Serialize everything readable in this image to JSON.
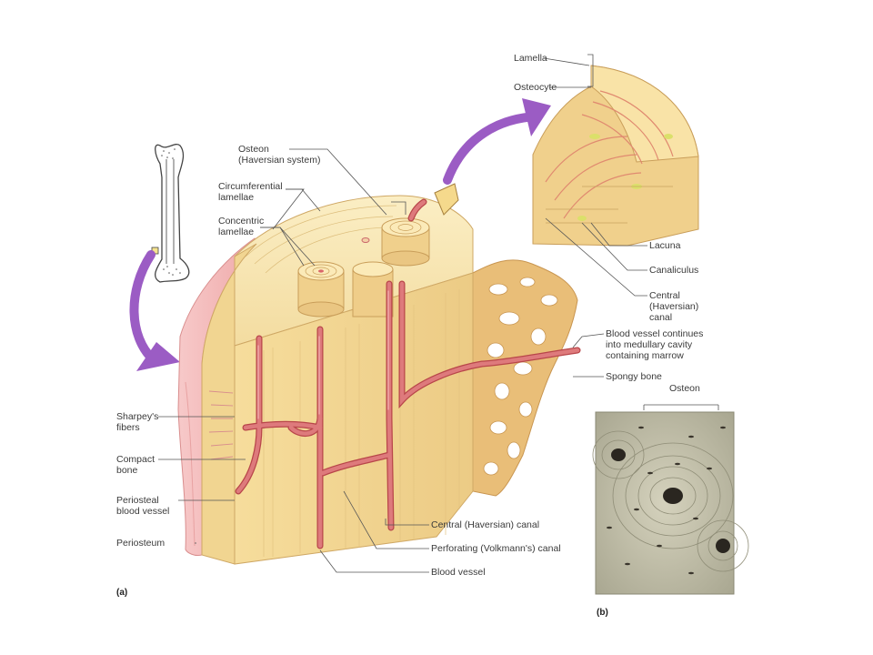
{
  "labels": {
    "osteon_haversian": [
      "Osteon",
      "(Haversian system)"
    ],
    "circumferential": [
      "Circumferential",
      "lamellae"
    ],
    "concentric": [
      "Concentric",
      "lamellae"
    ],
    "sharpeys": [
      "Sharpey's",
      "fibers"
    ],
    "compact": [
      "Compact",
      "bone"
    ],
    "periosteal_vessel": [
      "Periosteal",
      "blood vessel"
    ],
    "periosteum": "Periosteum",
    "central_canal": "Central (Haversian) canal",
    "perforating_canal": "Perforating (Volkmann's) canal",
    "blood_vessel": "Blood vessel",
    "lamella": "Lamella",
    "osteocyte": "Osteocyte",
    "lacuna": "Lacuna",
    "canaliculus": "Canaliculus",
    "central_haversian_canal": [
      "Central",
      "(Haversian)",
      "canal"
    ],
    "blood_vessel_continues": [
      "Blood vessel continues",
      "into medullary cavity",
      "containing marrow"
    ],
    "spongy_bone": "Spongy bone",
    "osteon_micrograph": "Osteon"
  },
  "panels": {
    "a": "(a)",
    "b": "(b)"
  },
  "colors": {
    "bone_light": "#f7e3a6",
    "bone_mid": "#eed08a",
    "bone_dark": "#d9b26a",
    "vessel": "#d9666a",
    "vessel_dark": "#b8464a",
    "periosteum": "#f4b9b9",
    "arrow": "#9b5cc4",
    "leader": "#555555",
    "micrograph_bg": "#c9c7b3"
  }
}
